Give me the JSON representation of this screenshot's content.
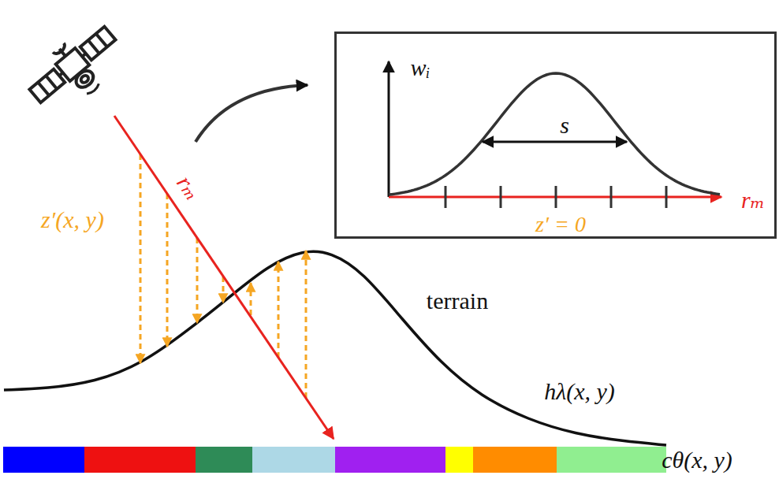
{
  "diagram": {
    "nodes": [
      {
        "text": [
          "wᵢ",
          "s",
          "rₘ",
          "z′ = 0"
        ]
      },
      {
        "text": [
          "cθ(x, y)"
        ]
      }
    ],
    "labels": [
      "z′(x, y)",
      "rₘ",
      "terrain",
      "hλ(x, y)"
    ]
  }
}
